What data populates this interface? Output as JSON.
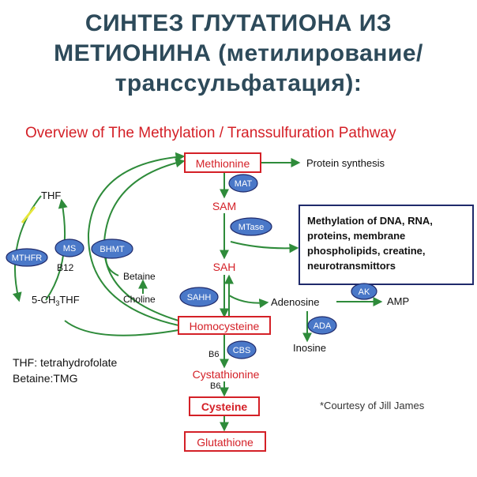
{
  "page_title": {
    "line1": "СИНТЕЗ ГЛУТАТИОНА ИЗ",
    "line2": "МЕТИОНИНА (метилирование/",
    "line3": "трансcульфатация):"
  },
  "diagram": {
    "title": "Overview of The Methylation / Transsulfuration Pathway",
    "nodes": {
      "methionine": "Methionine",
      "sam": "SAM",
      "sah": "SAH",
      "homocysteine": "Homocysteine",
      "cystathionine": "Cystathionine",
      "cysteine": "Cysteine",
      "glutathione": "Glutathione",
      "protein_synthesis": "Protein synthesis",
      "adenosine": "Adenosine",
      "amp": "AMP",
      "inosine": "Inosine",
      "thf": "THF",
      "ch3thf_prefix": "5-CH",
      "ch3thf_sub": "3",
      "ch3thf_suffix": "THF",
      "betaine": "Betaine",
      "choline": "Choline",
      "b12": "B12",
      "b6_1": "B6",
      "b6_2": "B6"
    },
    "enzymes": {
      "mat": "MAT",
      "mtase": "MTase",
      "sahh": "SAHH",
      "cbs": "CBS",
      "ak": "AK",
      "ada": "ADA",
      "ms": "MS",
      "mthfr": "MTHFR",
      "bhmt": "BHMT"
    },
    "methylation_box": {
      "line1": "Methylation of DNA, RNA,",
      "line2": "proteins,   membrane",
      "line3": "phospholipids, creatine,",
      "line4": "neurotransmittors"
    },
    "legend": {
      "thf": "THF: tetrahydrofolate",
      "betaine": "Betaine:TMG"
    },
    "credit": "*Courtesy of Jill James",
    "colors": {
      "header_text": "#2d4a5a",
      "red": "#d42027",
      "green": "#2e8b3a",
      "enzyme_fill": "#4a78c8",
      "enzyme_text": "#ffffff",
      "navy": "#1f2a6b",
      "yellow_mark": "#e6e63a"
    }
  }
}
